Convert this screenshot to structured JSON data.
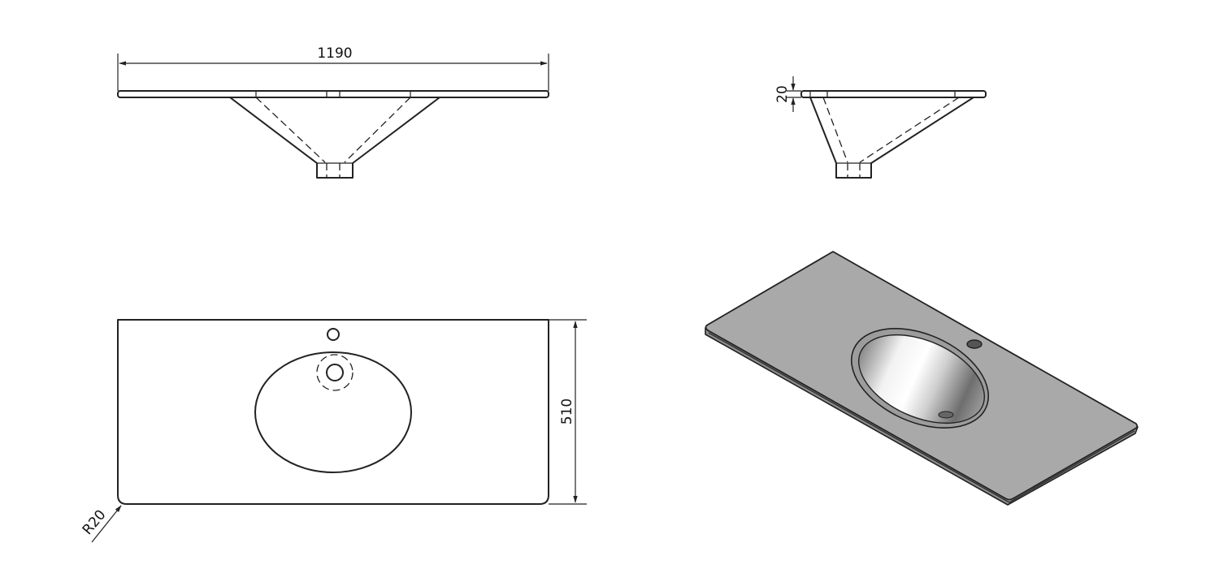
{
  "dimensions": {
    "width": "1190",
    "thickness": "20",
    "depth": "510",
    "corner_radius": "R20"
  },
  "colors": {
    "line": "#222222",
    "surface_top": "#a9a9a9",
    "surface_edge": "#8c8c8c",
    "background": "#ffffff"
  }
}
